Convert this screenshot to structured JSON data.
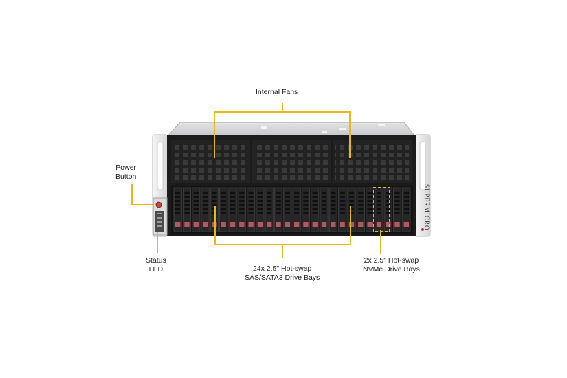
{
  "brand": "SUPERMICRO",
  "callouts": {
    "fans": "Internal  Fans",
    "power_line1": "Power",
    "power_line2": "Button",
    "status_line1": "Status",
    "status_line2": "LED",
    "sas_line1": "24x 2.5\" Hot-swap",
    "sas_line2": "SAS/SATA3 Drive Bays",
    "nvme_line1": "2x 2.5\" Hot-swap",
    "nvme_line2": "NVMe Drive Bays"
  },
  "drive_bays": {
    "total": 26,
    "sas_sata": 24,
    "nvme": 2
  },
  "fan_modules": 3,
  "colors": {
    "callout": "#e8b71a",
    "chassis_dark": "#1b1b1b",
    "chassis_top": "#d4d6d8",
    "ear": "#ececec",
    "drive_tab": "#b8555f",
    "background": "#ffffff"
  }
}
